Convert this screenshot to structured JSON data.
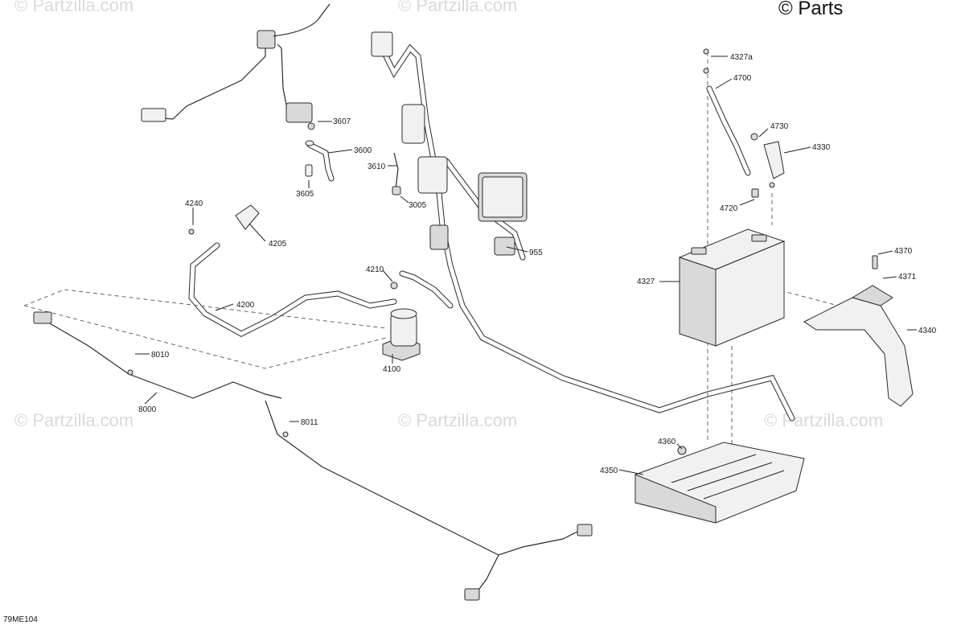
{
  "watermarks": {
    "text": "© Partzilla.com",
    "corner_text": "© Parts"
  },
  "figure_code": "79ME104",
  "callouts": [
    {
      "id": "3607",
      "text": "3607"
    },
    {
      "id": "3600",
      "text": "3600"
    },
    {
      "id": "3610",
      "text": "3610"
    },
    {
      "id": "3605",
      "text": "3605"
    },
    {
      "id": "3005",
      "text": "3005"
    },
    {
      "id": "4240",
      "text": "4240"
    },
    {
      "id": "4205",
      "text": "4205"
    },
    {
      "id": "955",
      "text": "955"
    },
    {
      "id": "4210",
      "text": "4210"
    },
    {
      "id": "4200",
      "text": "4200"
    },
    {
      "id": "4100",
      "text": "4100"
    },
    {
      "id": "8010",
      "text": "8010"
    },
    {
      "id": "8000",
      "text": "8000"
    },
    {
      "id": "8011",
      "text": "8011"
    },
    {
      "id": "4327a",
      "text": "4327a"
    },
    {
      "id": "4700",
      "text": "4700"
    },
    {
      "id": "4730",
      "text": "4730"
    },
    {
      "id": "4330",
      "text": "4330"
    },
    {
      "id": "4720",
      "text": "4720"
    },
    {
      "id": "4327",
      "text": "4327"
    },
    {
      "id": "4370",
      "text": "4370"
    },
    {
      "id": "4371",
      "text": "4371"
    },
    {
      "id": "4340",
      "text": "4340"
    },
    {
      "id": "4360",
      "text": "4360"
    },
    {
      "id": "4350",
      "text": "4350"
    }
  ]
}
